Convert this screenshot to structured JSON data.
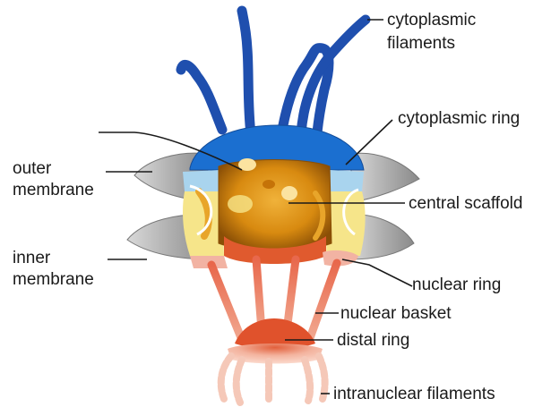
{
  "labels": {
    "cytoplasmic_filaments": [
      "cytoplasmic",
      "filaments"
    ],
    "cytoplasmic_ring": "cytoplasmic ring",
    "outer_membrane": [
      "outer",
      "membrane"
    ],
    "central_scaffold": "central scaffold",
    "inner_membrane": [
      "inner",
      "membrane"
    ],
    "nuclear_ring": "nuclear ring",
    "nuclear_basket": "nuclear basket",
    "distal_ring": "distal ring",
    "intranuclear_filaments": "intranuclear filaments"
  },
  "colors": {
    "filaments": "#1f4fae",
    "cytoplasmic_ring": "#1b6fd0",
    "ring_pale_blue": "#a9d4ee",
    "membrane": "#b8b8b8",
    "central_scaffold": "#d88a10",
    "scaffold_pale": "#f6e58a",
    "nuclear_ring": "#f2b3a3",
    "nuclear_basket": "#e07a62",
    "distal_ring": "#f0a58c",
    "intranuclear_filaments": "#f5c8b8"
  }
}
